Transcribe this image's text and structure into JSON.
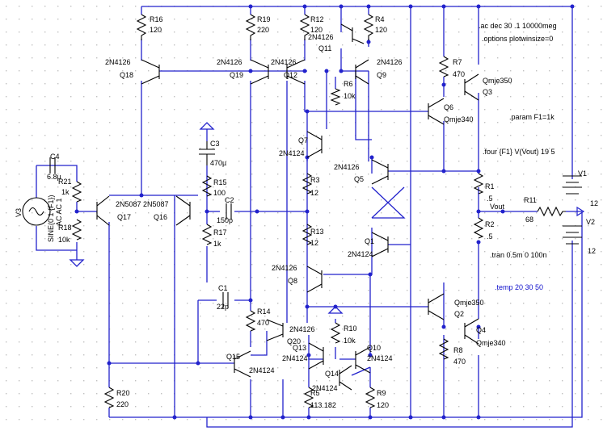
{
  "colors": {
    "background": "#ffffff",
    "grid": "#c8c8c8",
    "wire": "#2222cc",
    "component": "#000000",
    "directive_blue": "#1010cc"
  },
  "labels": [
    {
      "id": "R16",
      "text": "R16"
    },
    {
      "id": "R16v",
      "text": "120"
    },
    {
      "id": "R19",
      "text": "R19"
    },
    {
      "id": "R19v",
      "text": "220"
    },
    {
      "id": "R12",
      "text": "R12"
    },
    {
      "id": "R12v",
      "text": "120"
    },
    {
      "id": "R4",
      "text": "R4"
    },
    {
      "id": "R4v",
      "text": "120"
    },
    {
      "id": "Q11m",
      "text": "2N4126"
    },
    {
      "id": "Q11",
      "text": "Q11"
    },
    {
      "id": "Q18m",
      "text": "2N4126"
    },
    {
      "id": "Q18",
      "text": "Q18"
    },
    {
      "id": "Q19m",
      "text": "2N4126"
    },
    {
      "id": "Q19",
      "text": "Q19"
    },
    {
      "id": "Q12m",
      "text": "2N4126"
    },
    {
      "id": "Q12",
      "text": "Q12"
    },
    {
      "id": "Q9m",
      "text": "2N4126"
    },
    {
      "id": "Q9",
      "text": "Q9"
    },
    {
      "id": "R6",
      "text": "R6"
    },
    {
      "id": "R6v",
      "text": "10k"
    },
    {
      "id": "R7",
      "text": "R7"
    },
    {
      "id": "R7v",
      "text": "470"
    },
    {
      "id": "Q3m",
      "text": "Qmje350"
    },
    {
      "id": "Q3",
      "text": "Q3"
    },
    {
      "id": "Q6",
      "text": "Q6"
    },
    {
      "id": "Q6m",
      "text": "Qmje340"
    },
    {
      "id": "C3",
      "text": "C3"
    },
    {
      "id": "C3v",
      "text": "470µ"
    },
    {
      "id": "Q7",
      "text": "Q7"
    },
    {
      "id": "Q7m",
      "text": "2N4124"
    },
    {
      "id": "Q5m",
      "text": "2N4126"
    },
    {
      "id": "Q5",
      "text": "Q5"
    },
    {
      "id": "C4",
      "text": "C4"
    },
    {
      "id": "C4v",
      "text": "6.8µ"
    },
    {
      "id": "R21",
      "text": "R21"
    },
    {
      "id": "R21v",
      "text": "1k"
    },
    {
      "id": "R15",
      "text": "R15"
    },
    {
      "id": "R15v",
      "text": "100"
    },
    {
      "id": "R3",
      "text": "R3"
    },
    {
      "id": "R3v",
      "text": "12"
    },
    {
      "id": "Q17m",
      "text": "2N5087"
    },
    {
      "id": "Q17",
      "text": "Q17"
    },
    {
      "id": "Q16m",
      "text": "2N5087"
    },
    {
      "id": "Q16",
      "text": "Q16"
    },
    {
      "id": "C2",
      "text": "C2"
    },
    {
      "id": "C2v",
      "text": "150p"
    },
    {
      "id": "R1",
      "text": "R1"
    },
    {
      "id": "R1v",
      "text": ".5"
    },
    {
      "id": "R2",
      "text": "R2"
    },
    {
      "id": "R2v",
      "text": ".5"
    },
    {
      "id": "Vout",
      "text": "Vout"
    },
    {
      "id": "R11",
      "text": "R11"
    },
    {
      "id": "R11v",
      "text": "68"
    },
    {
      "id": "V1",
      "text": "V1"
    },
    {
      "id": "V1v",
      "text": "12"
    },
    {
      "id": "V2",
      "text": "V2"
    },
    {
      "id": "V2v",
      "text": "12"
    },
    {
      "id": "V3",
      "text": "V3"
    },
    {
      "id": "V3src",
      "text": "SINE(0 1 {F1})"
    },
    {
      "id": "V3ac",
      "text": "AC AC 1"
    },
    {
      "id": "R18",
      "text": "R18"
    },
    {
      "id": "R18v",
      "text": "10k"
    },
    {
      "id": "R17",
      "text": "R17"
    },
    {
      "id": "R17v",
      "text": "1k"
    },
    {
      "id": "R13",
      "text": "R13"
    },
    {
      "id": "R13v",
      "text": "12"
    },
    {
      "id": "Q1",
      "text": "Q1"
    },
    {
      "id": "Q1m",
      "text": "2N4124"
    },
    {
      "id": "Q8m",
      "text": "2N4126"
    },
    {
      "id": "Q8",
      "text": "Q8"
    },
    {
      "id": "C1",
      "text": "C1"
    },
    {
      "id": "C1v",
      "text": "22p"
    },
    {
      "id": "R14",
      "text": "R14"
    },
    {
      "id": "R14v",
      "text": "470"
    },
    {
      "id": "Q2m",
      "text": "Qmje350"
    },
    {
      "id": "Q2",
      "text": "Q2"
    },
    {
      "id": "Q4",
      "text": "Q4"
    },
    {
      "id": "Q4m",
      "text": "Qmje340"
    },
    {
      "id": "R10",
      "text": "R10"
    },
    {
      "id": "R10v",
      "text": "10k"
    },
    {
      "id": "Q20m",
      "text": "2N4126"
    },
    {
      "id": "Q20",
      "text": "Q20"
    },
    {
      "id": "Q15",
      "text": "Q15"
    },
    {
      "id": "Q15m",
      "text": "2N4124"
    },
    {
      "id": "Q13",
      "text": "Q13"
    },
    {
      "id": "Q13m",
      "text": "2N4124"
    },
    {
      "id": "Q10",
      "text": "Q10"
    },
    {
      "id": "Q10m",
      "text": "2N4124"
    },
    {
      "id": "R8",
      "text": "R8"
    },
    {
      "id": "R8v",
      "text": "470"
    },
    {
      "id": "Q14",
      "text": "Q14"
    },
    {
      "id": "Q14m",
      "text": "2N4124"
    },
    {
      "id": "R20",
      "text": "R20"
    },
    {
      "id": "R20v",
      "text": "220"
    },
    {
      "id": "R5",
      "text": "R5"
    },
    {
      "id": "R5v",
      "text": "113.182"
    },
    {
      "id": "R9",
      "text": "R9"
    },
    {
      "id": "R9v",
      "text": "120"
    }
  ],
  "directives": [
    {
      "id": "ac",
      "text": ".ac dec 30 .1 10000meg"
    },
    {
      "id": "opt",
      "text": ".options plotwinsize=0"
    },
    {
      "id": "param",
      "text": ".param F1=1k"
    },
    {
      "id": "four",
      "text": ".four {F1} V(Vout) 19 5"
    },
    {
      "id": "tran",
      "text": ".tran 0.5m 0 100n"
    },
    {
      "id": "temp",
      "text": ".temp 20 30 50"
    }
  ]
}
